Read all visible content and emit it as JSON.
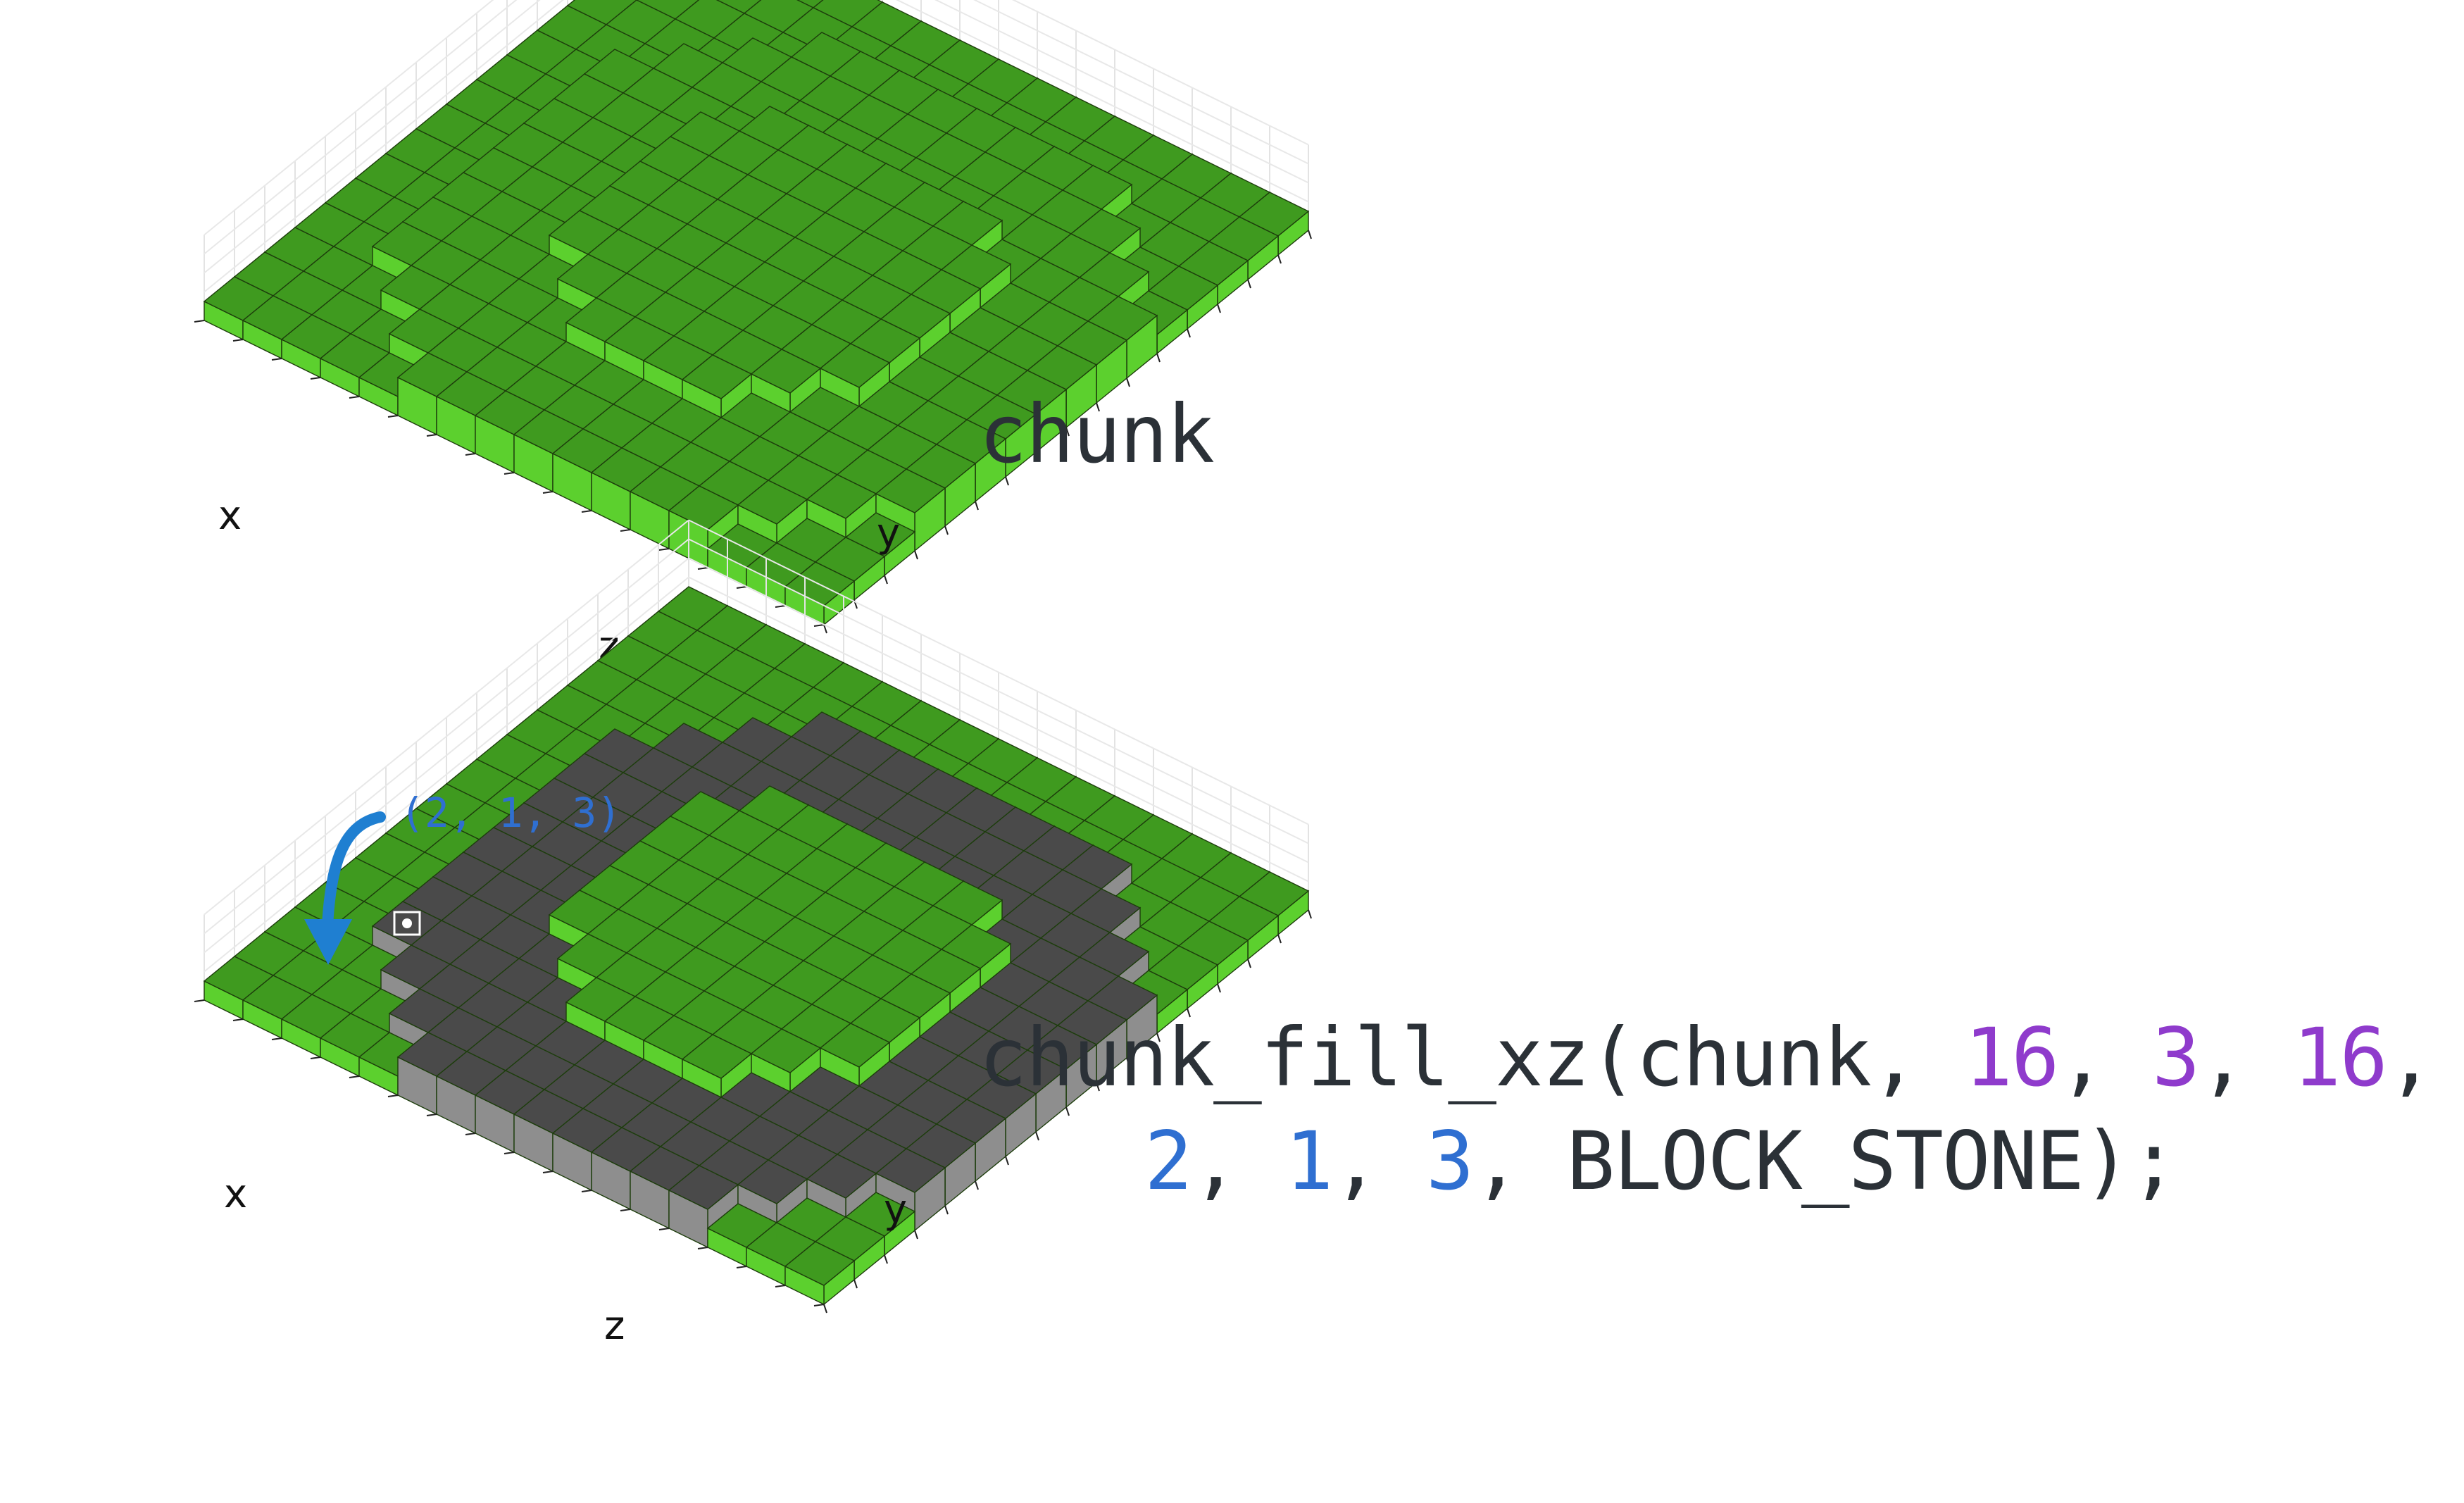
{
  "top": {
    "label": "chunk",
    "axes": {
      "x": "x",
      "y": "y",
      "z": "z"
    }
  },
  "bottom": {
    "axes": {
      "x": "x",
      "y": "y",
      "z": "z"
    },
    "annotation": "(2, 1, 3)",
    "code": {
      "line1": {
        "prefix": "chunk_fill_xz(chunk, ",
        "w": "16",
        "sep1": ", ",
        "h": "3",
        "sep2": ", ",
        "d": "16",
        "tail": ","
      },
      "line2": {
        "x": "2",
        "sep1": ", ",
        "y": "1",
        "sep2": ", ",
        "z": "3",
        "tail": ", BLOCK_STONE);"
      }
    }
  },
  "colors": {
    "grass_top": "#3f9a1f",
    "grass_side": "#5cd02e",
    "stone_top": "#4a4a4a",
    "stone_side": "#8e8e8e",
    "size_numbers": "#8f3bcc",
    "position_numbers": "#2f6fd1",
    "code_text": "#2b3137",
    "arrow": "#1f7fd1"
  }
}
